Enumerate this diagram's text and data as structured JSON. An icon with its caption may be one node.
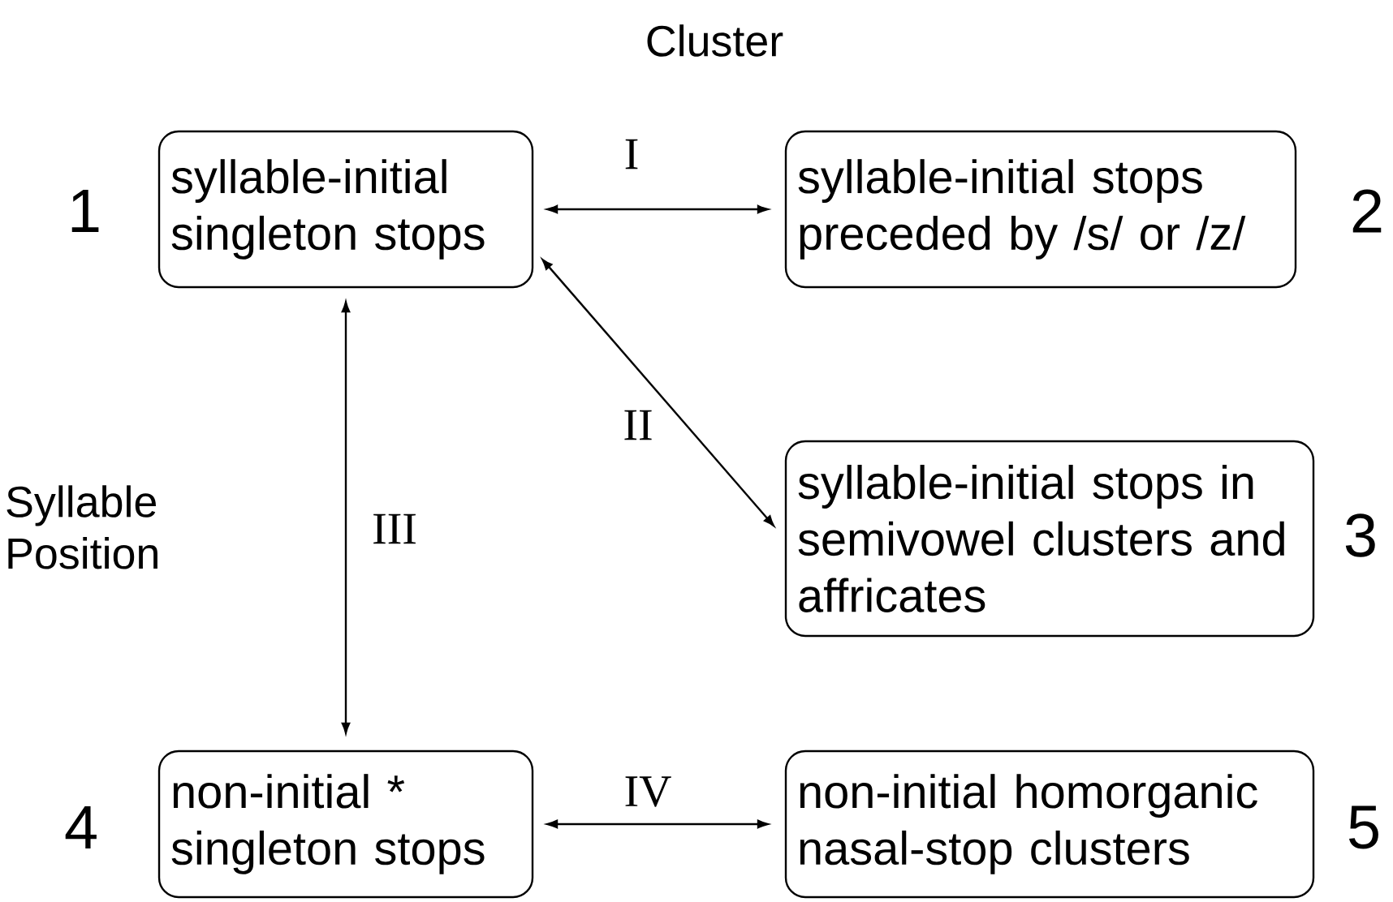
{
  "diagram": {
    "nodes": [
      {
        "text": [
          "syllable-initial singleton stops"
        ],
        "beside": [
          "1"
        ]
      },
      {
        "text": [
          "syllable-initial stops preceded by /s/ or /z/"
        ],
        "beside": [
          "2"
        ]
      },
      {
        "text": [
          "syllable-initial stops in semivowel clusters and affricates"
        ],
        "beside": [
          "3"
        ]
      },
      {
        "text": [
          "non-initial * singleton stops"
        ],
        "beside": [
          "4"
        ]
      },
      {
        "text": [
          "non-initial homorganic nasal-stop clusters"
        ],
        "beside": [
          "5"
        ]
      }
    ],
    "edges": [
      {
        "from": 0,
        "to": 1,
        "arrow": "both",
        "label": "I"
      },
      {
        "from": 0,
        "to": 2,
        "arrow": "both",
        "label": "II"
      },
      {
        "from": 0,
        "to": 3,
        "arrow": "both",
        "label": "III"
      },
      {
        "from": 3,
        "to": 4,
        "arrow": "both",
        "label": "IV"
      }
    ],
    "labels": [
      "Cluster",
      "Syllable Position"
    ]
  }
}
